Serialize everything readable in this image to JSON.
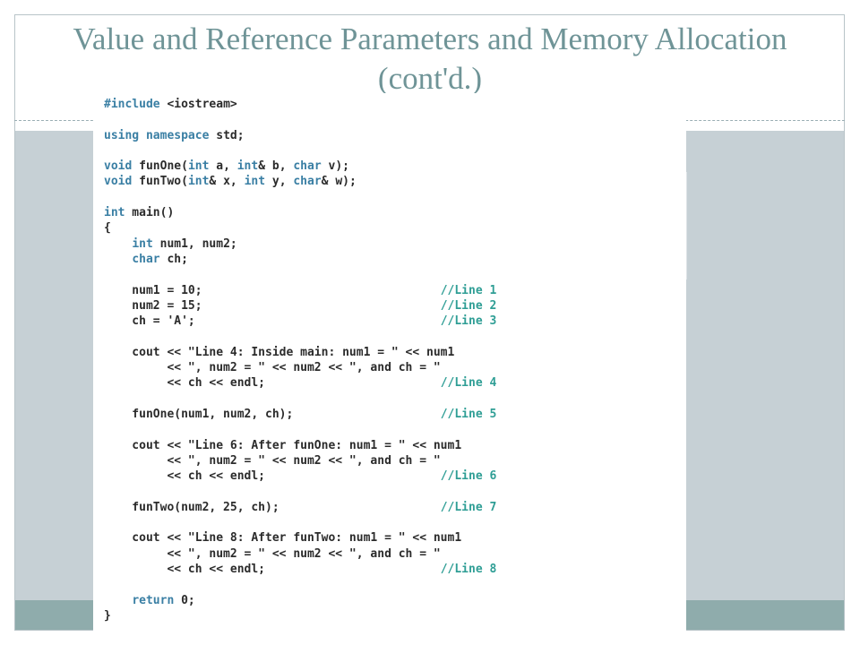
{
  "slide": {
    "title": "Value and Reference Parameters and Memory Allocation (cont'd.)"
  },
  "code": {
    "lines": [
      "#include <iostream>",
      "",
      "using namespace std;",
      "",
      "void funOne(int a, int& b, char v);",
      "void funTwo(int& x, int y, char& w);",
      "",
      "int main()",
      "{",
      "    int num1, num2;",
      "    char ch;",
      "",
      "    num1 = 10;                                  //Line 1",
      "    num2 = 15;                                  //Line 2",
      "    ch = 'A';                                   //Line 3",
      "",
      "    cout << \"Line 4: Inside main: num1 = \" << num1",
      "         << \", num2 = \" << num2 << \", and ch = \"",
      "         << ch << endl;                         //Line 4",
      "",
      "    funOne(num1, num2, ch);                     //Line 5",
      "",
      "    cout << \"Line 6: After funOne: num1 = \" << num1",
      "         << \", num2 = \" << num2 << \", and ch = \"",
      "         << ch << endl;                         //Line 6",
      "",
      "    funTwo(num2, 25, ch);                       //Line 7",
      "",
      "    cout << \"Line 8: After funTwo: num1 = \" << num1",
      "         << \", num2 = \" << num2 << \", and ch = \"",
      "         << ch << endl;                         //Line 8",
      "",
      "    return 0;",
      "}"
    ],
    "keywords": [
      "#include",
      "using",
      "namespace",
      "void",
      "int",
      "char",
      "return"
    ],
    "keyword_color": "#3a7fa4",
    "comment_color": "#2f9e95"
  }
}
